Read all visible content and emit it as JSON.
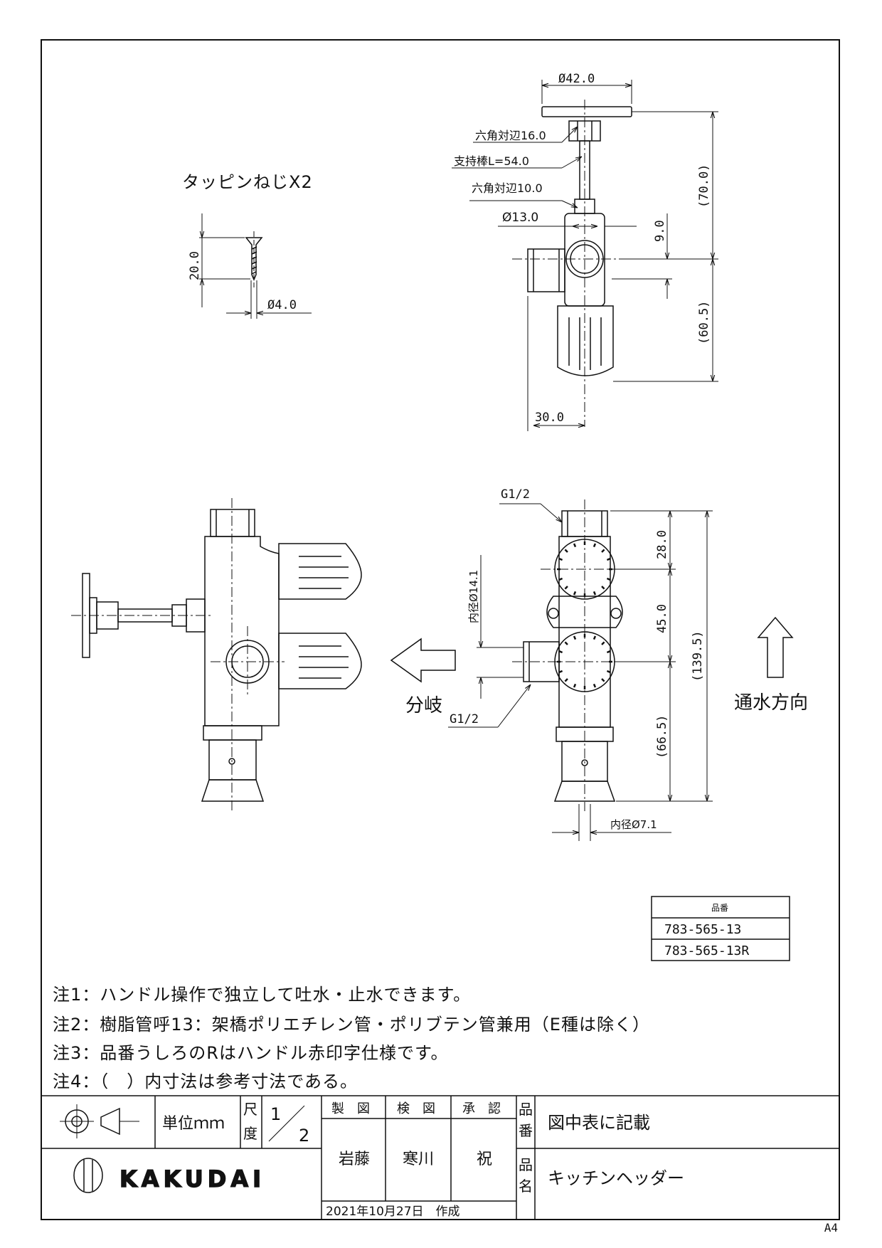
{
  "screw": {
    "title": "タッピンねじX2",
    "length": "20.0",
    "diameter": "Ø4.0"
  },
  "side_view": {
    "diameter_top": "Ø42.0",
    "hex_16": "六角対辺16.0",
    "support_rod": "支持棒L=54.0",
    "hex_10": "六角対辺10.0",
    "diameter_13": "Ø13.0",
    "dim_70": "(70.0)",
    "dim_9": "9.0",
    "dim_60_5": "(60.5)",
    "dim_30": "30.0"
  },
  "front_view": {
    "g_top": "G1/2",
    "g_bottom": "G1/2",
    "inner_14": "内径Ø14.1",
    "inner_7": "内径Ø7.1",
    "dim_28": "28.0",
    "dim_45": "45.0",
    "dim_66_5": "(66.5)",
    "dim_139_5": "(139.5)",
    "branch_label": "分岐",
    "flow_label": "通水方向"
  },
  "part_table": {
    "header": "品番",
    "rows": [
      "783-565-13",
      "783-565-13R"
    ]
  },
  "notes": [
    "注1：ハンドル操作で独立して吐水・止水できます。",
    "注2：樹脂管呼13：架橋ポリエチレン管・ポリブテン管兼用（E種は除く）",
    "注3：品番うしろのRはハンドル赤印字仕様です。",
    "注4：（　）内寸法は参考寸法である。"
  ],
  "title_block": {
    "unit": "単位ｍｍ",
    "scale_label_1": "尺",
    "scale_label_2": "度",
    "scale_num": "1",
    "scale_den": "2",
    "drawn_label": "製　図",
    "checked_label": "検　図",
    "approved_label": "承　認",
    "drawn_by": "岩藤",
    "checked_by": "寒川",
    "approved_by": "祝",
    "date": "2021年10月27日　作成",
    "part_no_label_1": "品",
    "part_no_label_2": "番",
    "part_no_value": "図中表に記載",
    "part_name_label_1": "品",
    "part_name_label_2": "名",
    "part_name_value": "キッチンヘッダー",
    "brand": "KAKUDAI"
  },
  "sheet_size": "A4"
}
